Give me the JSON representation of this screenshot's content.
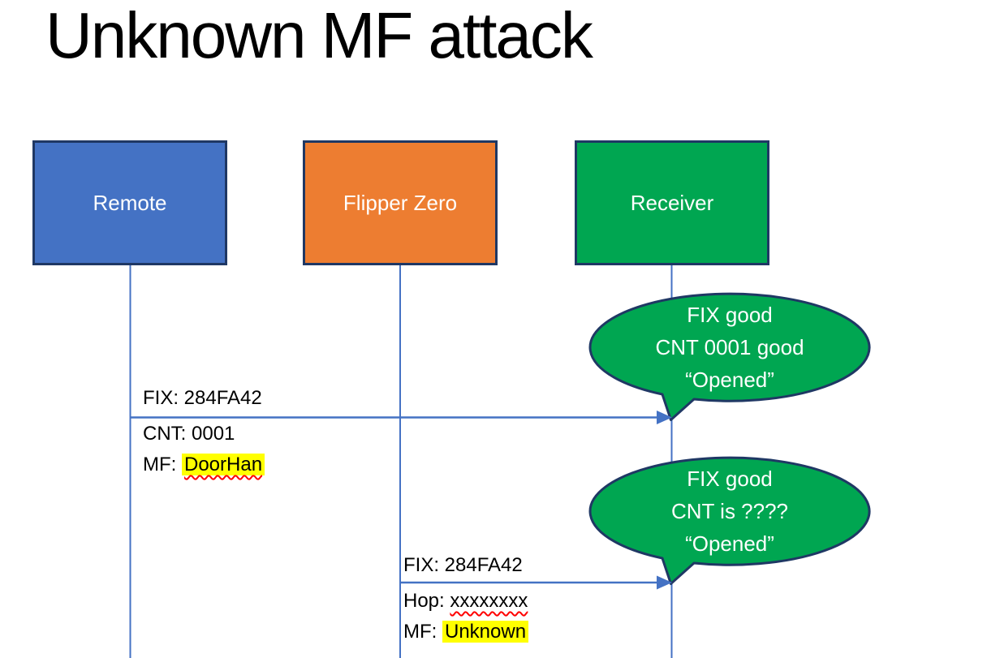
{
  "slide": {
    "title": "Unknown MF attack"
  },
  "colors": {
    "actor_remote_fill": "#4472C4",
    "actor_flipper_fill": "#ED7D31",
    "actor_receiver_fill": "#00A651",
    "callout_fill": "#00A651",
    "shape_border": "#1F3864",
    "connector": "#4472C4",
    "highlight": "#FFFF00",
    "squiggle": "#FF0000",
    "text_on_fill": "#FFFFFF",
    "text": "#000000"
  },
  "actors": [
    {
      "label": "Remote"
    },
    {
      "label": "Flipper Zero"
    },
    {
      "label": "Receiver"
    }
  ],
  "messages": [
    {
      "above": "FIX: 284FA42",
      "below": [
        {
          "prefix": "CNT: ",
          "value": "0001"
        },
        {
          "prefix": "MF: ",
          "value": "DoorHan"
        }
      ]
    },
    {
      "above": "FIX: 284FA42",
      "below": [
        {
          "prefix": "Hop: ",
          "value": "xxxxxxxx"
        },
        {
          "prefix": "MF: ",
          "value": "Unknown"
        }
      ]
    }
  ],
  "callouts": [
    {
      "lines": [
        "FIX good",
        "CNT 0001 good",
        "“Opened”"
      ]
    },
    {
      "lines": [
        "FIX good",
        "CNT is ????",
        "“Opened”"
      ]
    }
  ]
}
